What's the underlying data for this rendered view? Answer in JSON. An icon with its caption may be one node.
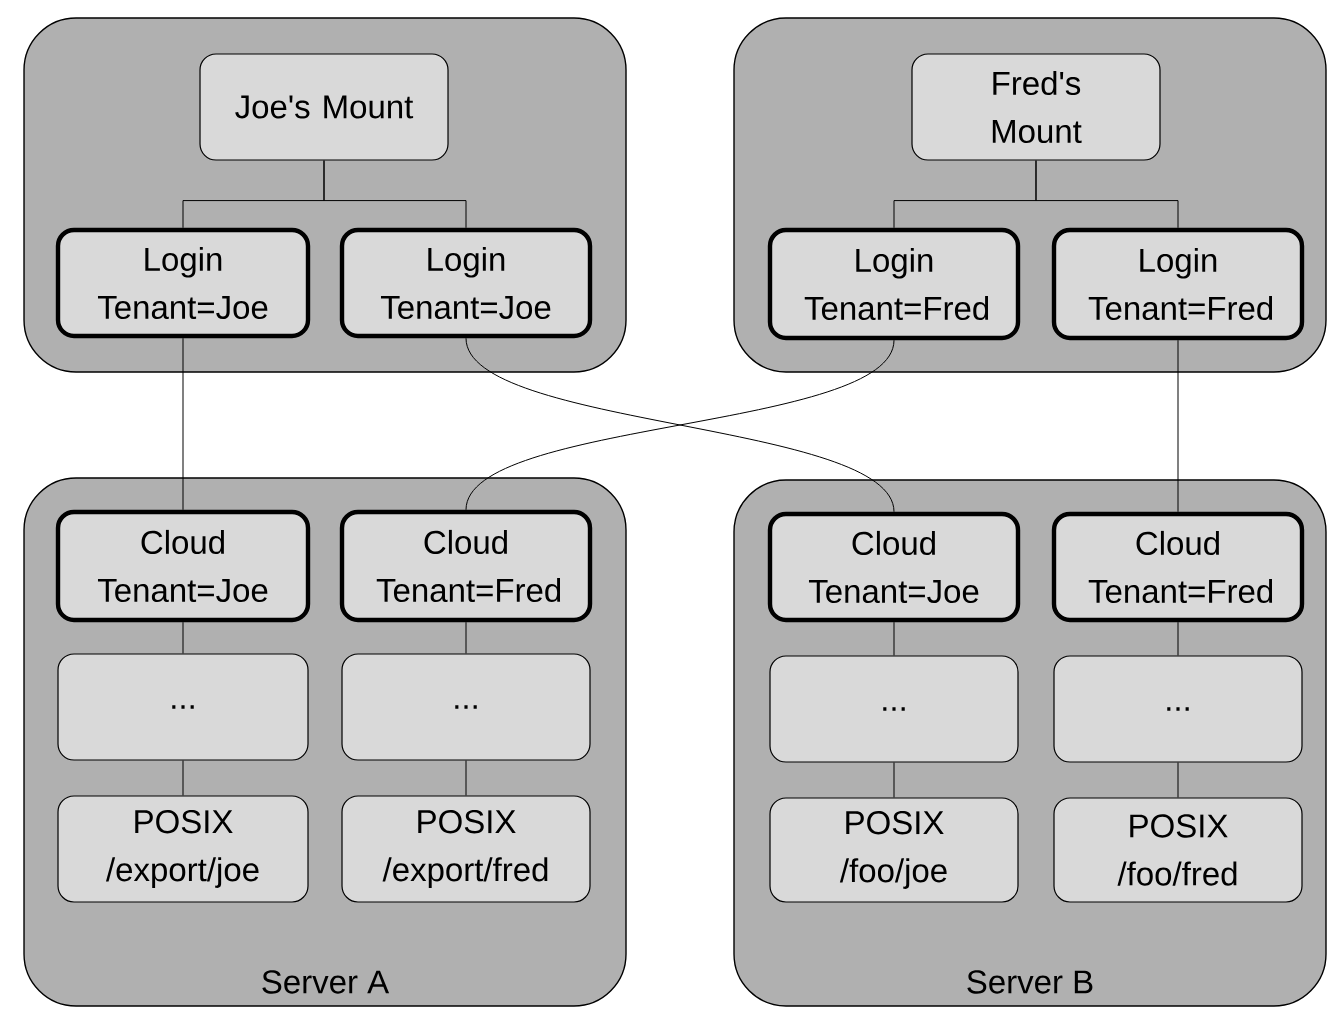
{
  "diagram": {
    "nodes": [
      {
        "text": [],
        "shape": "box"
      },
      {
        "text": [
          "Joe's Mount"
        ],
        "in": 0
      },
      {
        "text": [
          "Login Tenant=Joe"
        ],
        "in": 0
      },
      {
        "text": [
          "Login Tenant=Joe"
        ],
        "in": 0
      },
      {
        "text": [],
        "shape": "box"
      },
      {
        "text": [
          "Fred's Mount"
        ],
        "in": 4
      },
      {
        "text": [
          "Login Tenant=Fred"
        ],
        "in": 4
      },
      {
        "text": [
          "Login Tenant=Fred"
        ],
        "in": 4
      },
      {
        "text": [
          "Server A"
        ]
      },
      {
        "text": [
          "Cloud Tenant=Joe"
        ],
        "in": 8
      },
      {
        "text": [
          "Cloud Tenant=Fred"
        ],
        "in": 8
      },
      {
        "text": [
          "..."
        ],
        "in": 8
      },
      {
        "text": [
          "..."
        ],
        "in": 8
      },
      {
        "text": [
          "POSIX /export/joe"
        ],
        "in": 8
      },
      {
        "text": [
          "POSIX /export/fred"
        ],
        "in": 8
      },
      {
        "text": [
          "Server B"
        ]
      },
      {
        "text": [
          "Cloud Tenant=Joe"
        ],
        "in": 15
      },
      {
        "text": [
          "Cloud Tenant=Fred"
        ],
        "in": 15
      },
      {
        "text": [
          "..."
        ],
        "in": 15
      },
      {
        "text": [
          "..."
        ],
        "in": 15
      },
      {
        "text": [
          "POSIX /foo/joe"
        ],
        "in": 15
      },
      {
        "text": [
          "POSIX /foo/fred"
        ],
        "in": 15
      }
    ],
    "edges": [
      {
        "from": 1,
        "to": 2,
        "arrow": "none"
      },
      {
        "from": 1,
        "to": 3,
        "arrow": "none"
      },
      {
        "from": 5,
        "to": 6,
        "arrow": "none"
      },
      {
        "from": 5,
        "to": 7,
        "arrow": "none"
      },
      {
        "from": 2,
        "to": 9,
        "arrow": "none"
      },
      {
        "from": 3,
        "to": 16,
        "arrow": "none"
      },
      {
        "from": 6,
        "to": 10,
        "arrow": "none"
      },
      {
        "from": 7,
        "to": 17,
        "arrow": "none"
      },
      {
        "from": 9,
        "to": 11,
        "arrow": "none"
      },
      {
        "from": 10,
        "to": 12,
        "arrow": "none"
      },
      {
        "from": 11,
        "to": 13,
        "arrow": "none"
      },
      {
        "from": 12,
        "to": 14,
        "arrow": "none"
      },
      {
        "from": 16,
        "to": 18,
        "arrow": "none"
      },
      {
        "from": 17,
        "to": 19,
        "arrow": "none"
      },
      {
        "from": 18,
        "to": 20,
        "arrow": "none"
      },
      {
        "from": 19,
        "to": 21,
        "arrow": "none"
      }
    ]
  }
}
